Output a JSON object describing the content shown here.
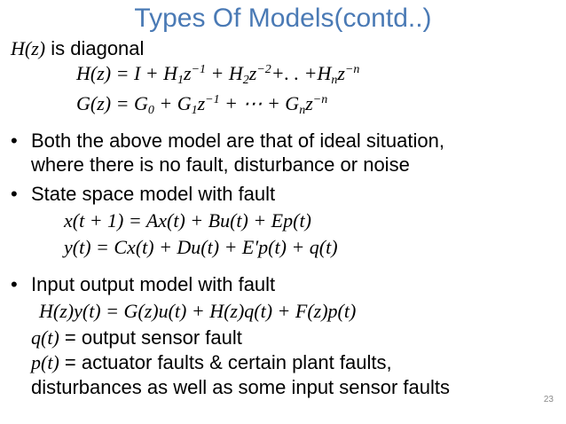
{
  "slide": {
    "title": "Types Of Models(contd..)",
    "page_number": "23",
    "bullet_glyph": "•"
  },
  "lines": {
    "hz_label": "H(z)",
    "hz_text": " is diagonal",
    "eq_h_lhs": "H(z) = I + H",
    "eq_h_sub1": "1",
    "eq_h_mid1": "z",
    "eq_h_sup1": "−1",
    "eq_h_mid2": " + H",
    "eq_h_sub2": "2",
    "eq_h_mid3": "z",
    "eq_h_sup2": "−2",
    "eq_h_mid4": "+. . +H",
    "eq_h_subn": "n",
    "eq_h_mid5": "z",
    "eq_h_supn": "−n",
    "eq_g_lhs": "G(z) = G",
    "eq_g_sub0": "0",
    "eq_g_mid1": " + G",
    "eq_g_sub1": "1",
    "eq_g_mid2": "z",
    "eq_g_sup1": "−1",
    "eq_g_mid3": " + ⋯ + G",
    "eq_g_subn": "n",
    "eq_g_mid4": "z",
    "eq_g_supn": "−n",
    "bullet1_line1": "Both the above model are that of ideal situation,",
    "bullet1_line2": "where there is no fault, disturbance or noise",
    "bullet2": "State space model with fault",
    "eq_state_x": "x(t + 1) = Ax(t) + Bu(t) + Ep(t)",
    "eq_state_y": "y(t) = Cx(t) + Du(t) + E′p(t) + q(t)",
    "bullet3": "Input output model with fault",
    "eq_io": "H(z)y(t) = G(z)u(t) + H(z)q(t) + F(z)p(t)",
    "q_label": "q(t)",
    "q_text": " = output sensor fault",
    "p_label": "p(t)",
    "p_text": " = actuator faults & certain plant faults,",
    "last_line": "disturbances as well as some input sensor faults"
  }
}
